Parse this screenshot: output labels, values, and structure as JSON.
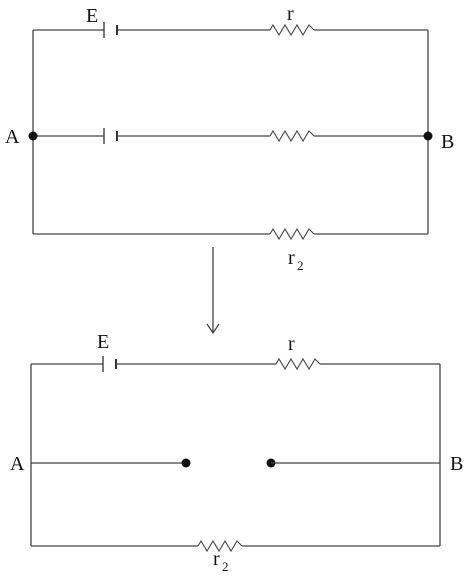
{
  "top": {
    "emf_label": "E",
    "r_label": "r",
    "node_left": "A",
    "node_right": "B",
    "r2_label": "r",
    "r2_sub": "2"
  },
  "bottom": {
    "emf_label": "E",
    "r_label": "r",
    "node_left": "A",
    "node_right": "B",
    "r2_label": "r",
    "r2_sub": "2"
  },
  "colors": {
    "wire": "#444444",
    "node": "#111111",
    "text": "#111111"
  },
  "icons": {
    "transition": "arrow-down-icon"
  }
}
